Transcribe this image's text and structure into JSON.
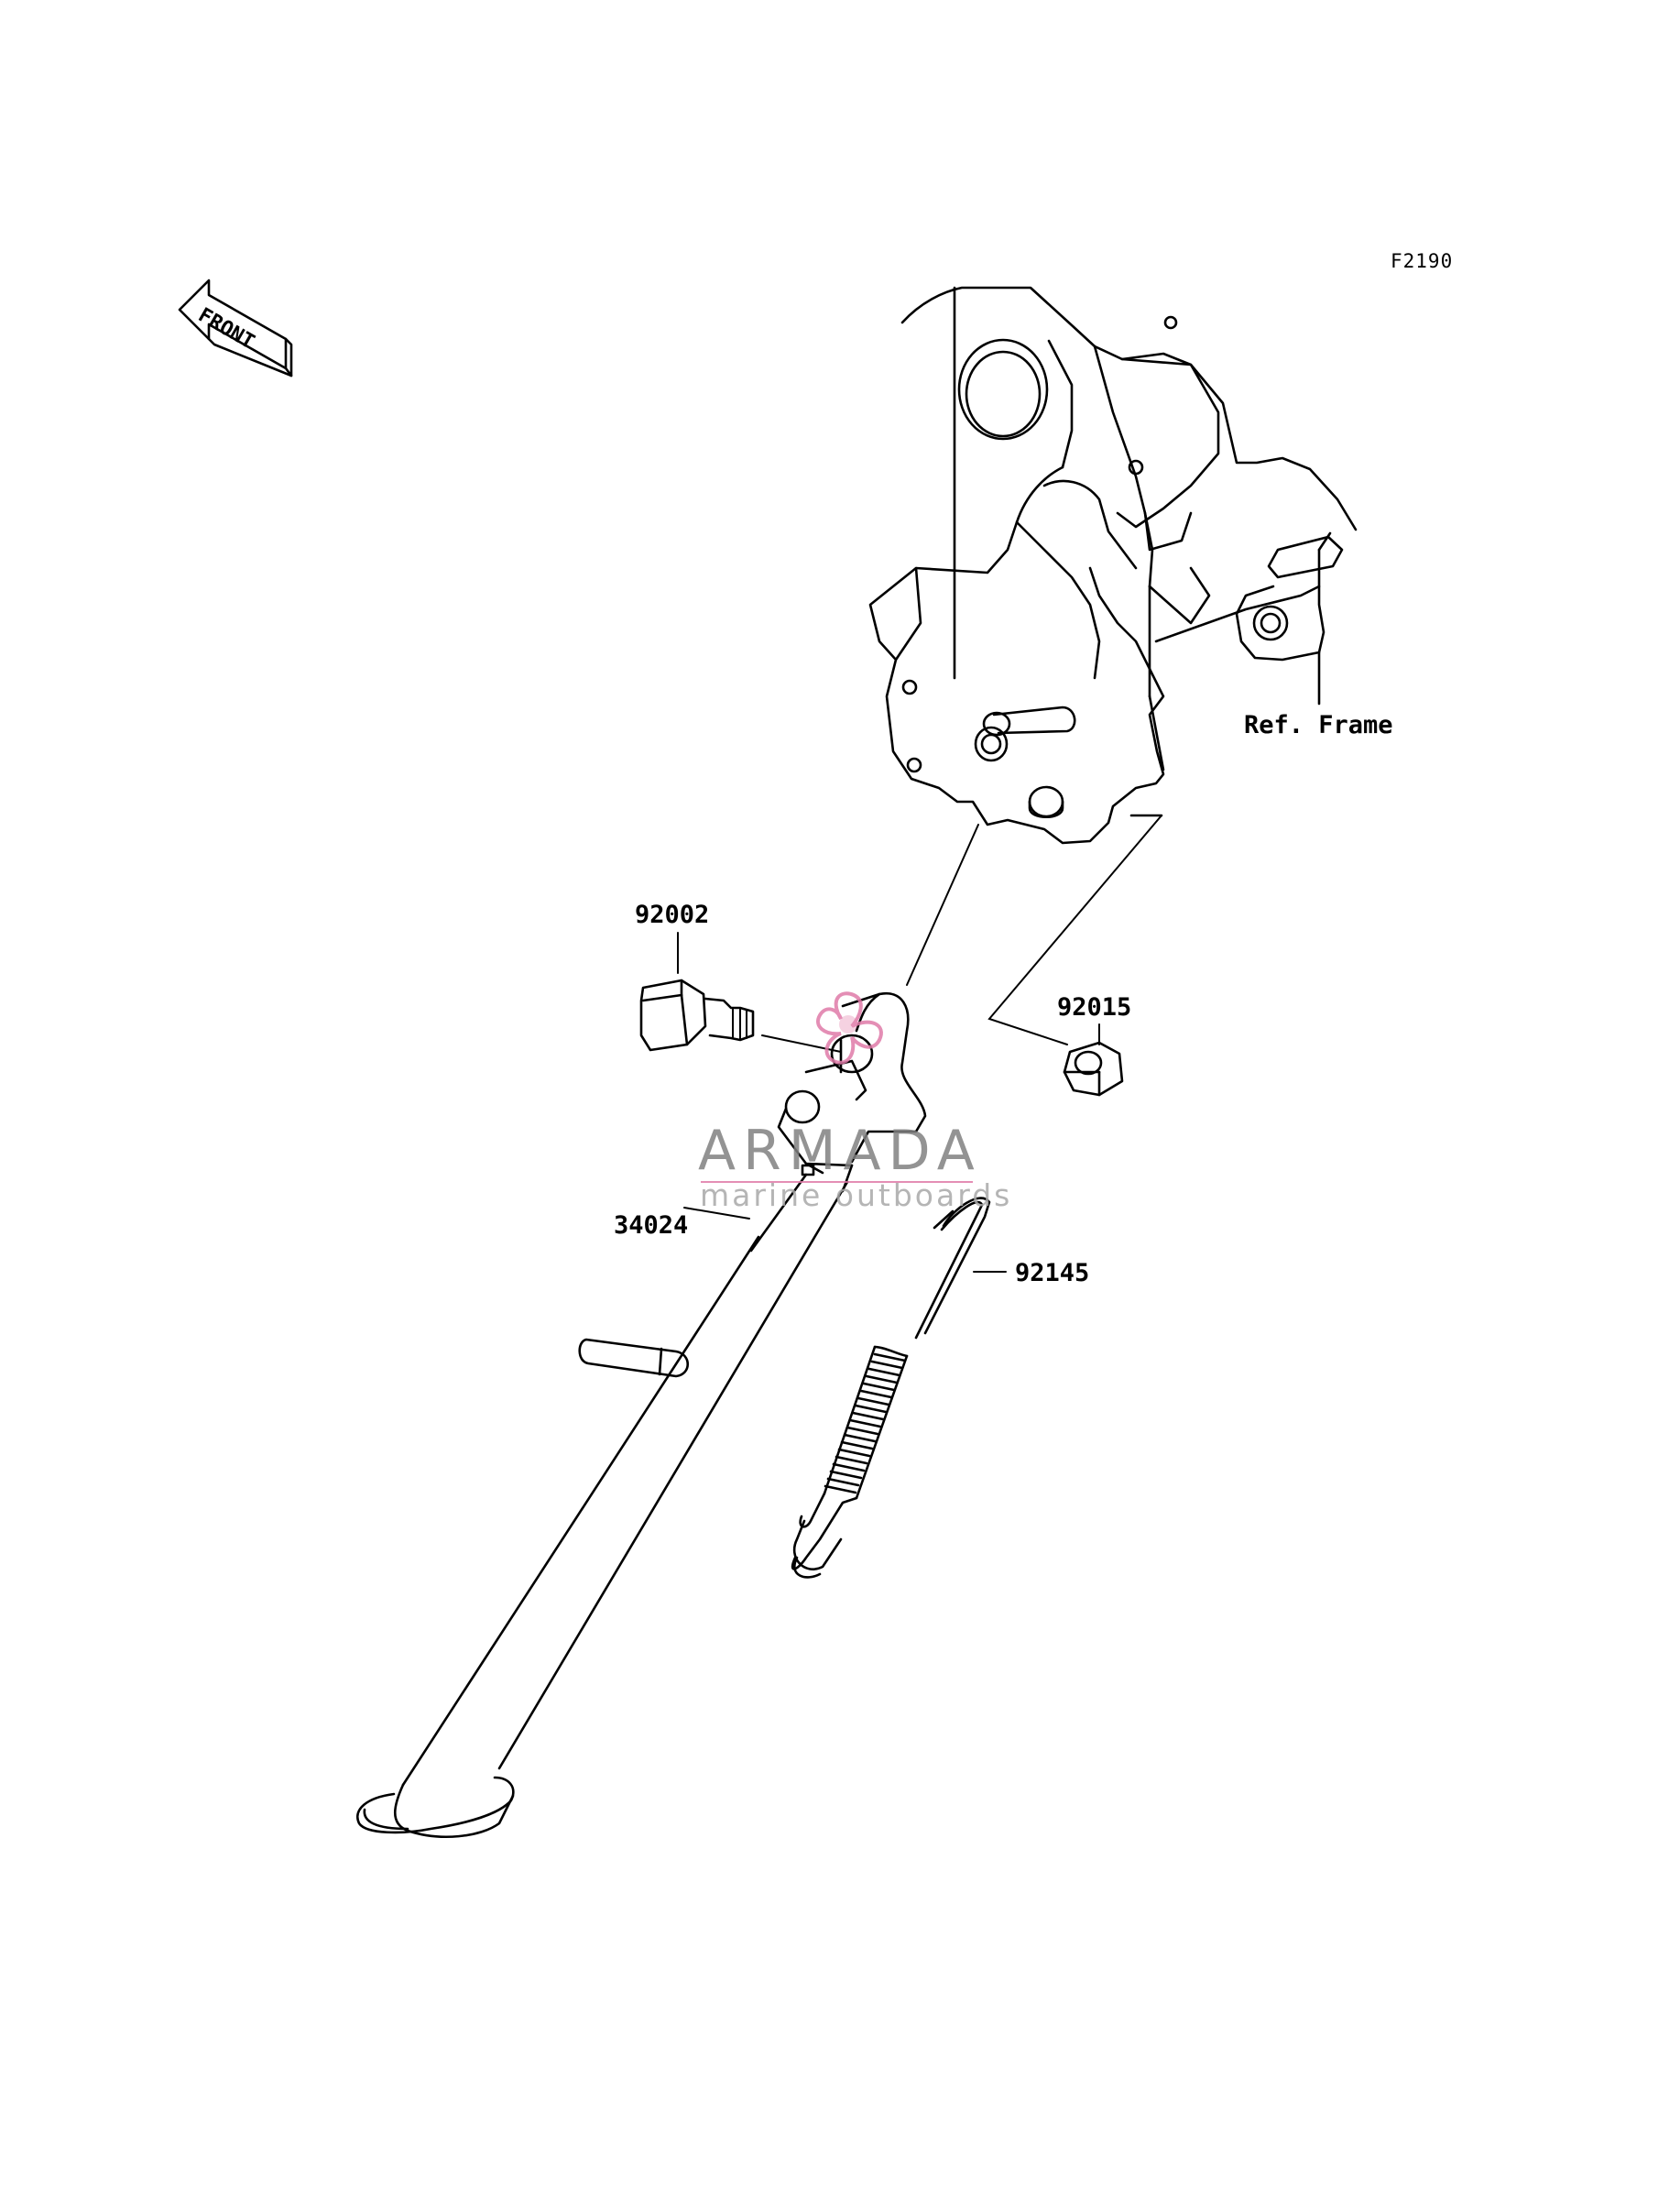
{
  "diagram_code": "F2190",
  "front_label": "FRONT",
  "parts": {
    "bolt": "92002",
    "nut": "92015",
    "stand": "34024",
    "spring": "92145",
    "frame_ref": "Ref. Frame"
  },
  "watermark": {
    "brand": "ARMADA",
    "tagline": "marine outboards",
    "accent": "#e07aa8"
  }
}
